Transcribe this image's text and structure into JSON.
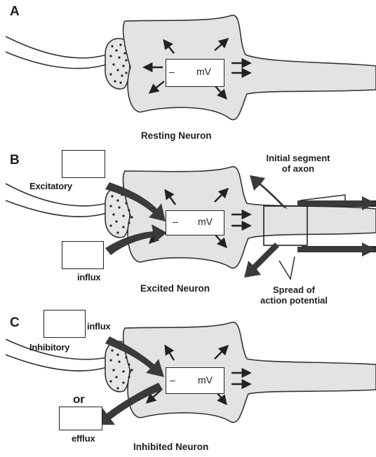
{
  "panels": [
    {
      "letter": "A",
      "title": "Resting Neuron",
      "potential": {
        "sign": "–",
        "unit": "mV"
      }
    },
    {
      "letter": "B",
      "title": "Excited Neuron",
      "potential": {
        "sign": "–",
        "unit": "mV"
      },
      "labels": {
        "excitatory": "Excitatory",
        "influx": "influx",
        "axon_segment": "Initial segment\nof axon",
        "spread": "Spread of\naction potential"
      }
    },
    {
      "letter": "C",
      "title": "Inhibited Neuron",
      "potential": {
        "sign": "–",
        "unit": "mV"
      },
      "labels": {
        "inhibitory": "Inhibitory",
        "influx": "influx",
        "or": "or",
        "efflux": "efflux"
      }
    }
  ],
  "colors": {
    "cell_fill": "#e3e3e3",
    "outline": "#333333",
    "arrow": "#222222",
    "ion_arrow": "#3a3a3a",
    "background": "#ffffff"
  }
}
